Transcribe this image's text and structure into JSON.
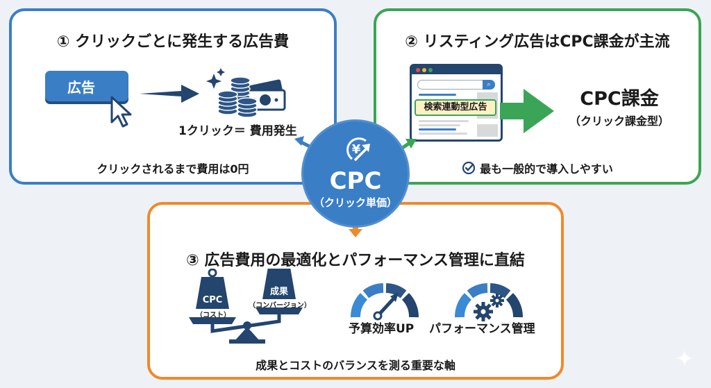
{
  "colors": {
    "background": "#eef2f6",
    "card1_border": "#3a7ec6",
    "card2_border": "#3aa556",
    "card3_border": "#f0892a",
    "primary_blue": "#3a7ec6",
    "dark_navy": "#23456e",
    "green": "#3aa556",
    "orange": "#f0892a",
    "highlight_yellow": "#fdf1c4"
  },
  "center": {
    "title": "CPC",
    "subtitle": "（クリック単価）",
    "icon": "yen-growth-icon"
  },
  "card1": {
    "title": "① クリックごとに発生する広告費",
    "ad_button_label": "広告",
    "icons": [
      "cursor-icon",
      "arrow-right-icon",
      "money-icon"
    ],
    "cost_label": "1クリック＝ 費用発生",
    "note": "クリックされるまで費用は0円"
  },
  "card2": {
    "title": "② リスティング広告はCPC課金が主流",
    "browser_ad_label": "検索連動型広告",
    "billing_title": "CPC課金",
    "billing_subtitle": "（クリック課金型）",
    "note": "最も一般的で導入しやすい",
    "note_icon": "check-circle-icon"
  },
  "card3": {
    "title": "③ 広告費用の最適化とパフォーマンス管理に直結",
    "scale": {
      "left_weight": "CPC",
      "left_caption": "（コスト）",
      "right_weight": "成果",
      "right_caption": "（コンバージョン）"
    },
    "gauges": [
      {
        "label": "予算効率UP",
        "icon": "gauge-arrow-icon"
      },
      {
        "label": "パフォーマンス管理",
        "icon": "gauge-gears-icon"
      }
    ],
    "note": "成果とコストのバランスを測る重要な軸"
  }
}
